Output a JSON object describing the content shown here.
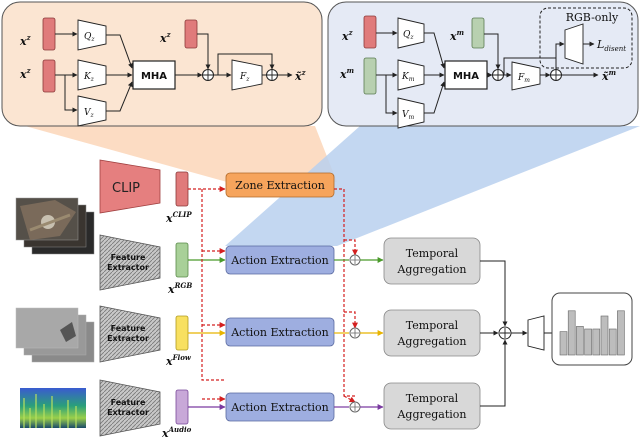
{
  "zone_module": {
    "in_q": "x",
    "in_q_sup": "z",
    "in_kv": "x",
    "in_kv_sup": "z",
    "in_res": "x",
    "in_res_sup": "z",
    "q": "Q",
    "q_sub": "z",
    "k": "K",
    "k_sub": "z",
    "v": "V",
    "v_sub": "z",
    "mha": "MHA",
    "f": "F",
    "f_sub": "z",
    "out": "x̃",
    "out_sup": "z"
  },
  "action_module": {
    "in_q": "x",
    "in_q_sup": "z",
    "in_kv": "x",
    "in_kv_sup": "m",
    "in_res": "x",
    "in_res_sup": "m",
    "q": "Q",
    "q_sub": "z",
    "k": "K",
    "k_sub": "m",
    "v": "V",
    "v_sub": "m",
    "mha": "MHA",
    "f": "F",
    "f_sub": "m",
    "out": "x̃",
    "out_sup": "m",
    "rgb_only": "RGB-only",
    "loss": "L",
    "loss_sub": "disent"
  },
  "pipeline": {
    "clip": "CLIP",
    "feature_extractor_line1": "Feature",
    "feature_extractor_line2": "Extractor",
    "zone_extraction": "Zone Extraction",
    "action_extraction": "Action Extraction",
    "temporal_line1": "Temporal",
    "temporal_line2": "Aggregation",
    "feat_clip": "x",
    "feat_clip_sup": "CLIP",
    "feat_rgb": "x",
    "feat_rgb_sup": "RGB",
    "feat_flow": "x",
    "feat_flow_sup": "Flow",
    "feat_audio": "x",
    "feat_audio_sup": "Audio"
  },
  "output_histogram": [
    0.45,
    0.85,
    0.55,
    0.5,
    0.5,
    0.75,
    0.5,
    0.85
  ]
}
